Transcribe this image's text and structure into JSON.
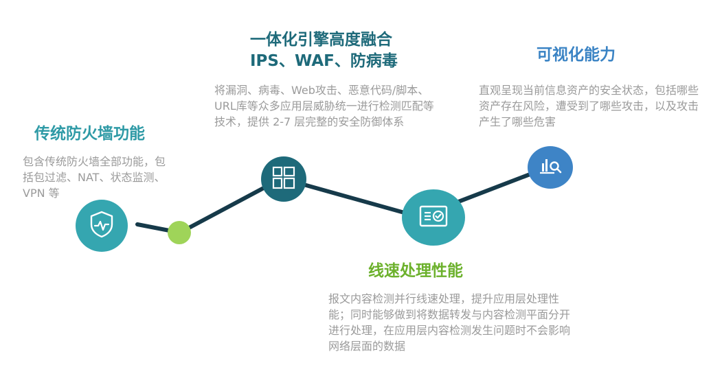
{
  "colors": {
    "teal": "#35a6b0",
    "dark_teal": "#1e6a7a",
    "green": "#9fd459",
    "blue": "#3e84c6",
    "line": "#163a4a",
    "title_teal": "#2e9aa6",
    "title_dark": "#1e6a7a",
    "title_green": "#6cb12c",
    "title_blue": "#3a83c4"
  },
  "features": [
    {
      "title": "传统防火墙功能",
      "description": "包含传统防火墙全部功能，包括包过滤、NAT、状态监测、VPN 等",
      "icon": "shield-pulse-icon"
    },
    {
      "title_line1": "一体化引擎高度融合",
      "title_line2": "IPS、WAF、防病毒",
      "description": "将漏洞、病毒、Web攻击、恶意代码/脚本、URL库等众多应用层威胁统一进行检测匹配等技术，提供 2-7 层完整的安全防御体系",
      "icon": "grid-layout-icon"
    },
    {
      "title": "线速处理性能",
      "description": "报文内容检测并行线速处理，提升应用层处理性能；同时能够做到将数据转发与内容检测平面分开进行处理，在应用层内容检测发生问题时不会影响网络层面的数据",
      "icon": "checked-document-icon"
    },
    {
      "title": "可视化能力",
      "description": "直观呈现当前信息资产的安全状态，包括哪些资产存在风险，遭受到了哪些攻击，以及攻击产生了哪些危害",
      "icon": "chart-search-icon"
    }
  ]
}
